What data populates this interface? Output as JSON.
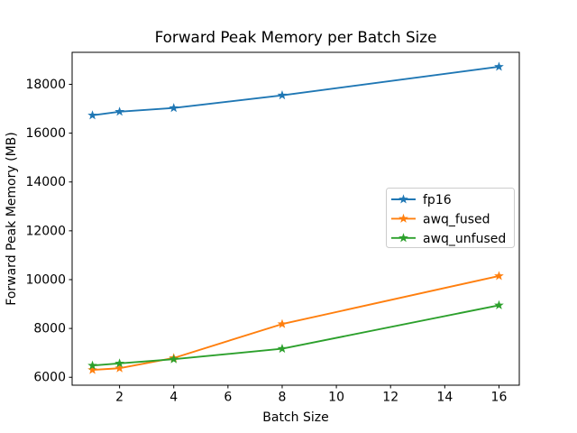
{
  "chart_data": {
    "type": "line",
    "title": "Forward Peak Memory per Batch Size",
    "xlabel": "Batch Size",
    "ylabel": "Forward Peak Memory (MB)",
    "x": [
      1,
      2,
      4,
      8,
      16
    ],
    "series": [
      {
        "name": "fp16",
        "color": "#1f77b4",
        "marker": "star",
        "values": [
          16730,
          16880,
          17030,
          17550,
          18720
        ]
      },
      {
        "name": "awq_fused",
        "color": "#ff7f0e",
        "marker": "star",
        "values": [
          6300,
          6370,
          6790,
          8180,
          10150
        ]
      },
      {
        "name": "awq_unfused",
        "color": "#2ca02c",
        "marker": "star",
        "values": [
          6480,
          6570,
          6740,
          7170,
          8950
        ]
      }
    ],
    "x_ticks": [
      2,
      4,
      6,
      8,
      10,
      12,
      14,
      16
    ],
    "y_ticks": [
      6000,
      8000,
      10000,
      12000,
      14000,
      16000,
      18000
    ],
    "xlim": [
      0.25,
      16.75
    ],
    "ylim": [
      5676,
      19311
    ],
    "grid": false,
    "legend_position": "center-right",
    "background_color": "#ffffff",
    "frame_color": "#000000",
    "legend_border_color": "#cccccc"
  }
}
